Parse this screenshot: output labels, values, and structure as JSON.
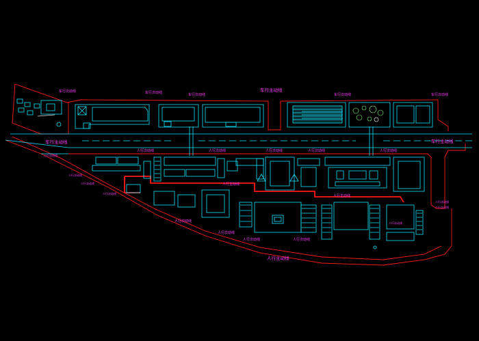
{
  "labels": {
    "road_north": "车行主动线",
    "road_west": "车行主动线",
    "road_east": "车行主动线",
    "ped_south": "人行主动线",
    "ped_center": "人行主动线",
    "ped_east": "人行主动线",
    "ped_a": "人行次动线",
    "ped_b": "人行次动线",
    "ped_c": "人行次动线",
    "ped_d": "人行次动线",
    "ped_e": "人行次动线",
    "ped_f": "人行次动线",
    "ped_g": "人行次动线",
    "ped_h": "人行次动线",
    "top_a": "车行次动线",
    "top_b": "车行次动线",
    "top_c": "车行次动线",
    "top_d": "车行次动线",
    "top_e": "车行次动线",
    "west_a": "人行次动线",
    "west_b": "人行次动线",
    "west_c": "人行次动线",
    "west_d": "人行次动线",
    "east_a": "人行次动线",
    "east_b": "人行次动线",
    "east_c": "人行次动线",
    "center_plaza": "人行次动线"
  }
}
